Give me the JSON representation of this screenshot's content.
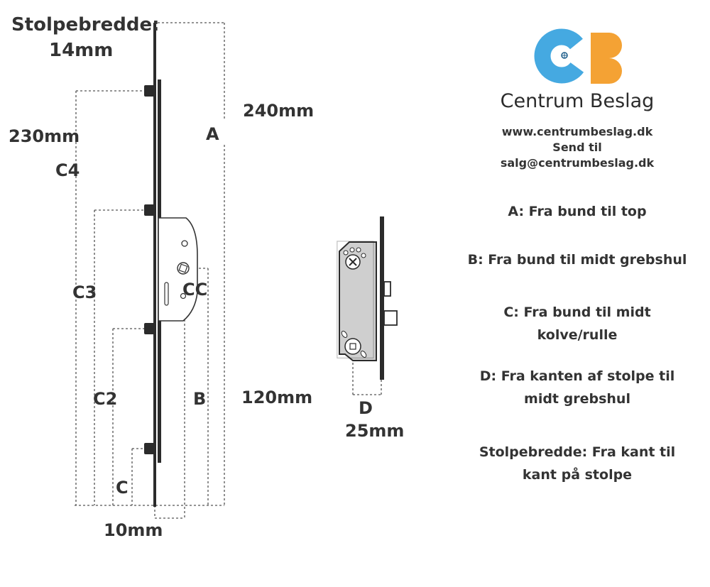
{
  "labels": {
    "stolpebredde_title": "Stolpebredde:",
    "stolpebredde_value": "14mm",
    "dim_240": "240mm",
    "dim_230": "230mm",
    "dim_120": "120mm",
    "dim_10": "10mm",
    "dim_25": "25mm",
    "A": "A",
    "B": "B",
    "C": "C",
    "C2": "C2",
    "C3": "C3",
    "C4": "C4",
    "CC": "CC",
    "D": "D"
  },
  "brand": {
    "name": "Centrum Beslag",
    "website": "www.centrumbeslag.dk",
    "send_to": "Send til",
    "email": "salg@centrumbeslag.dk",
    "colors": {
      "blue": "#45A9E1",
      "orange": "#F4A234",
      "logo_dot": "#1f5f8b"
    }
  },
  "legend": [
    {
      "id": "A",
      "lines": [
        "A: Fra bund til top"
      ]
    },
    {
      "id": "B",
      "lines": [
        "B: Fra bund til midt grebshul"
      ]
    },
    {
      "id": "C",
      "lines": [
        "C: Fra bund til midt",
        "kolve/rulle"
      ]
    },
    {
      "id": "D",
      "lines": [
        "D: Fra kanten af stolpe til",
        "midt grebshul"
      ]
    },
    {
      "id": "stolpe",
      "lines": [
        "Stolpebredde: Fra kant til",
        "kant på stolpe"
      ]
    }
  ]
}
